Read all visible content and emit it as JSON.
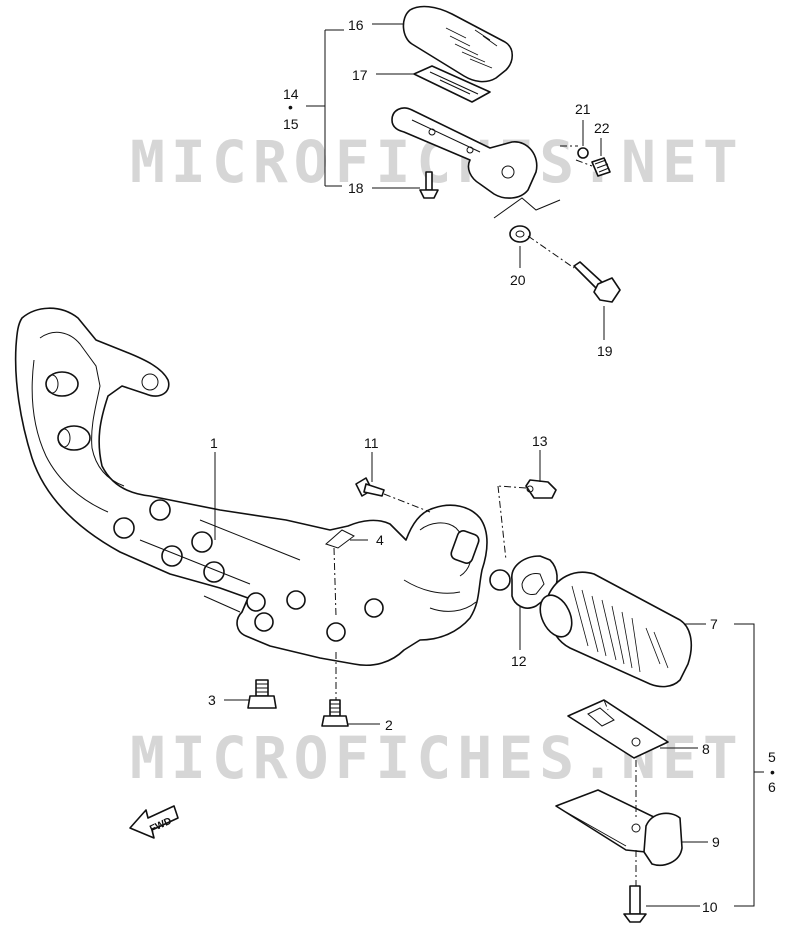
{
  "watermarks": [
    "MICROFICHES.NET",
    "MICROFICHES.NET"
  ],
  "fwd_label": "FWD",
  "callouts": [
    "1",
    "2",
    "3",
    "4",
    "5",
    "6",
    "7",
    "8",
    "9",
    "10",
    "11",
    "12",
    "13",
    "14",
    "15",
    "16",
    "17",
    "18",
    "19",
    "20",
    "21",
    "22"
  ],
  "group_dot": "•",
  "icons": [
    "fwd-arrow-icon"
  ]
}
